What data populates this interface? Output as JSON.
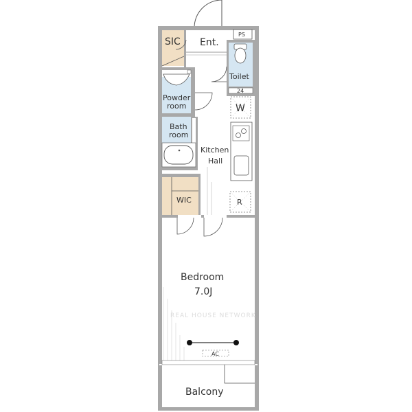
{
  "rooms": {
    "sic": "SIC",
    "entrance": "Ent.",
    "ps": "PS",
    "toilet": "Toilet",
    "toilet_dim": "24",
    "powder_room_line1": "Powder",
    "powder_room_line2": "room",
    "bath_room_line1": "Bath",
    "bath_room_line2": "room",
    "washer": "W",
    "kitchen_hall_line1": "Kitchen",
    "kitchen_hall_line2": "Hall",
    "wic": "WIC",
    "refrigerator": "R",
    "bedroom_line1": "Bedroom",
    "bedroom_line2": "7.0J",
    "ac": "AC",
    "balcony": "Balcony"
  },
  "watermark": "REAL HOUSE NETWORK",
  "colors": {
    "wall": "#a8a8a8",
    "storage": "#f1dfc4",
    "wet_area": "#d5e6f2",
    "line": "#555555"
  }
}
